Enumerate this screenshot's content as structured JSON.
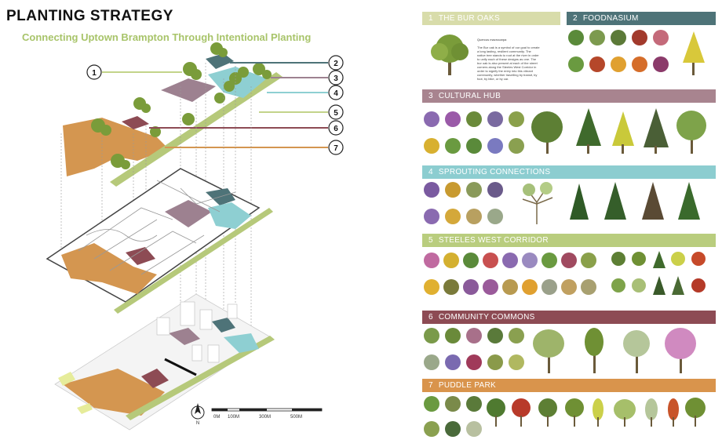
{
  "header": {
    "title": "PLANTING STRATEGY",
    "subtitle": "Connecting Uptown Brampton Through Intentional Planting"
  },
  "callouts": [
    "1",
    "2",
    "3",
    "4",
    "5",
    "6",
    "7"
  ],
  "scale_bar": {
    "labels": [
      "0M",
      "100M",
      "300M",
      "500M"
    ]
  },
  "compass": {
    "label": "N"
  },
  "sections": [
    {
      "num": "1",
      "title": "THE BUR OAKS",
      "color": "#d8dcaa"
    },
    {
      "num": "2",
      "title": "FOODNASIUM",
      "color": "#4e7378"
    },
    {
      "num": "3",
      "title": "CULTURAL HUB",
      "color": "#a8848f"
    },
    {
      "num": "4",
      "title": "SPROUTING CONNECTIONS",
      "color": "#8ccdd0"
    },
    {
      "num": "5",
      "title": "STEELES WEST CORRIDOR",
      "color": "#b9cd7e"
    },
    {
      "num": "6",
      "title": "COMMUNITY COMMONS",
      "color": "#8d4b54"
    },
    {
      "num": "7",
      "title": "PUDDLE PARK",
      "color": "#d9944c"
    }
  ],
  "bur_oaks": {
    "species": "Quercus macrocarpa",
    "description": "The Bur oak is a symbol of our goal to create a long lasting, resilient community. The native tree stands to root at the river in order to unify each of these designs as one. The bur oak is also present at each of the street corners along the Steeles West Corridor in order to signify the entry into this vibrant community, whether travelling by transit, by foot, by bike, or by car."
  },
  "colors": {
    "land_orange": "#d49650",
    "land_green": "#b6c97a",
    "mauve": "#9d8190",
    "teal": "#8ecfd2",
    "dark_teal": "#4e7378",
    "burgundy": "#8d4b54"
  }
}
